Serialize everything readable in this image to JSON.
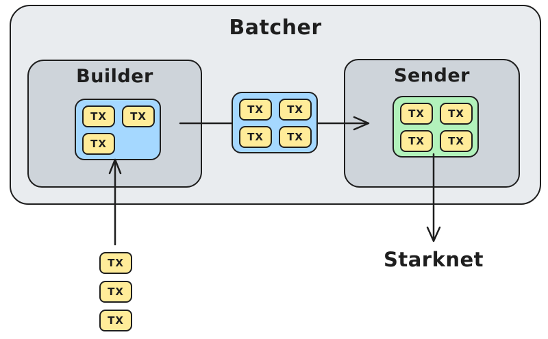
{
  "colors": {
    "canvas_bg": "#ffffff",
    "outer_fill": "#e9ecef",
    "inner_fill": "#ced4da",
    "blue_fill": "#a5d8ff",
    "green_fill": "#b2f2bb",
    "yellow_fill": "#ffec99",
    "stroke": "#1e1e1e"
  },
  "diagram": {
    "batcher_label": "Batcher",
    "builder_label": "Builder",
    "sender_label": "Sender",
    "starknet_label": "Starknet",
    "tx_label": "TX",
    "builder_tx_count": 3,
    "batch_tx_count": 4,
    "sender_tx_count": 4,
    "incoming_tx_count": 3,
    "arrows": [
      "incoming-tx-to-builder",
      "builder-to-sender",
      "sender-to-starknet"
    ]
  }
}
